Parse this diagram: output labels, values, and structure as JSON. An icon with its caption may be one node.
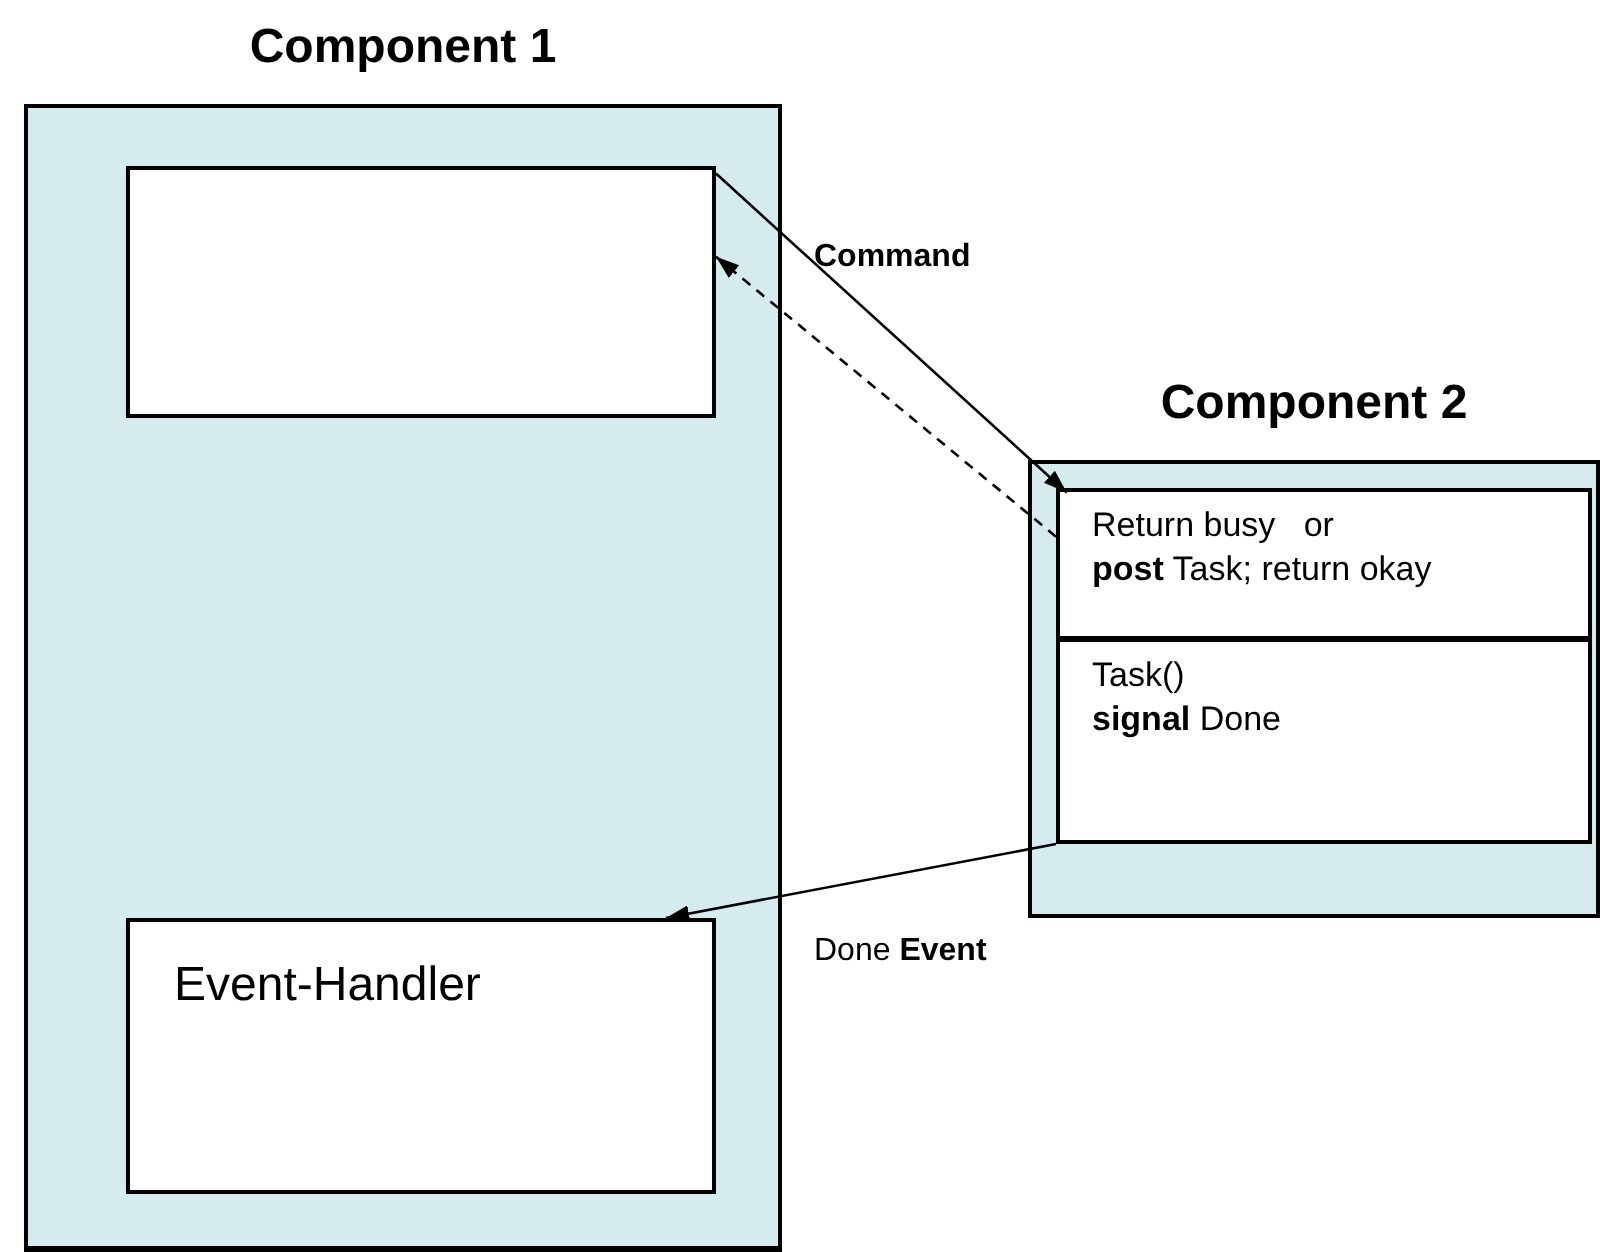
{
  "diagram": {
    "nodes": [
      {
        "text": [
          "Component 1"
        ]
      },
      {
        "text": [],
        "shape": "box",
        "in": 0
      },
      {
        "text": [
          "Event-Handler"
        ],
        "in": 0
      },
      {
        "text": [
          "Component 2"
        ]
      },
      {
        "text": [
          "Return busy   or",
          "**post** Task; return okay"
        ],
        "in": 3
      },
      {
        "text": [
          "Task()",
          "**signal** Done"
        ],
        "in": 3
      }
    ],
    "edges": [
      {
        "from": 1,
        "to": 4,
        "arrow": "to",
        "label": "Command"
      },
      {
        "from": 4,
        "to": 1,
        "arrow": "to",
        "style": "dashed"
      },
      {
        "from": 5,
        "to": 2,
        "arrow": "to",
        "label": "Done **Event**"
      }
    ]
  }
}
